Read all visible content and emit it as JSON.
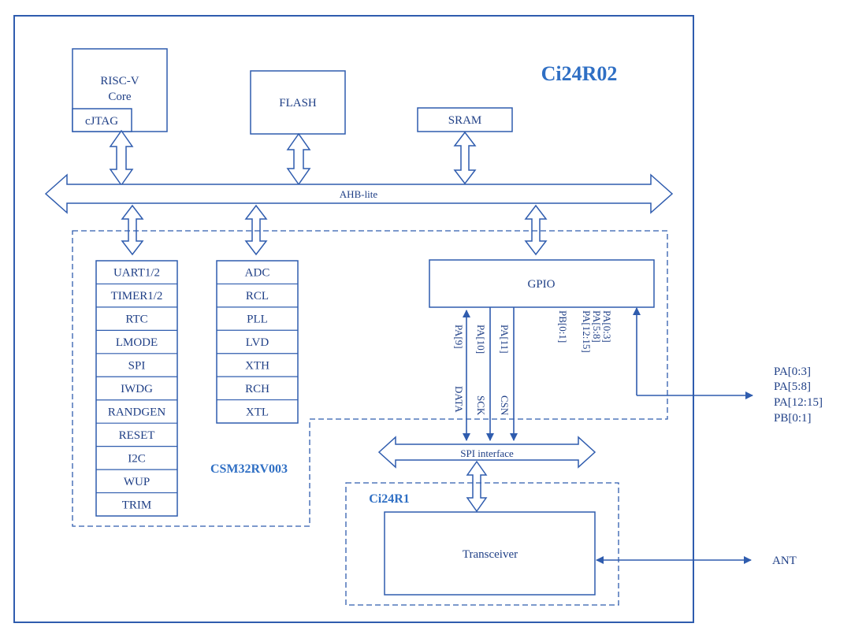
{
  "chip_title": "Ci24R02",
  "core": {
    "label_line1": "RISC-V",
    "label_line2": "Core",
    "debug": "cJTAG"
  },
  "flash": "FLASH",
  "sram": "SRAM",
  "bus": "AHB-lite",
  "mcu_label": "CSM32RV003",
  "peripherals_left": [
    "UART1/2",
    "TIMER1/2",
    "RTC",
    "LMODE",
    "SPI",
    "IWDG",
    "RANDGEN",
    "RESET",
    "I2C",
    "WUP",
    "TRIM"
  ],
  "peripherals_mid": [
    "ADC",
    "RCL",
    "PLL",
    "LVD",
    "XTH",
    "RCH",
    "XTL"
  ],
  "gpio": "GPIO",
  "gpio_pins": {
    "pa9": "PA[9]",
    "pa10": "PA[10]",
    "pa11": "PA[11]",
    "data": "DATA",
    "sck": "SCK",
    "csn": "CSN",
    "group_pa03": "PA[0:3]",
    "group_pa58": "PA[5:8]",
    "group_pa1215": "PA[12:15]",
    "group_pb01": "PB[0:1]"
  },
  "external_pins": [
    "PA[0:3]",
    "PA[5:8]",
    "PA[12:15]",
    "PB[0:1]"
  ],
  "spi_interface": "SPI interface",
  "rf_label": "Ci24R1",
  "transceiver": "Transceiver",
  "antenna": "ANT",
  "colors": {
    "stroke": "#2f5cae",
    "text": "#1f3f86",
    "title": "#2f6fc4"
  }
}
